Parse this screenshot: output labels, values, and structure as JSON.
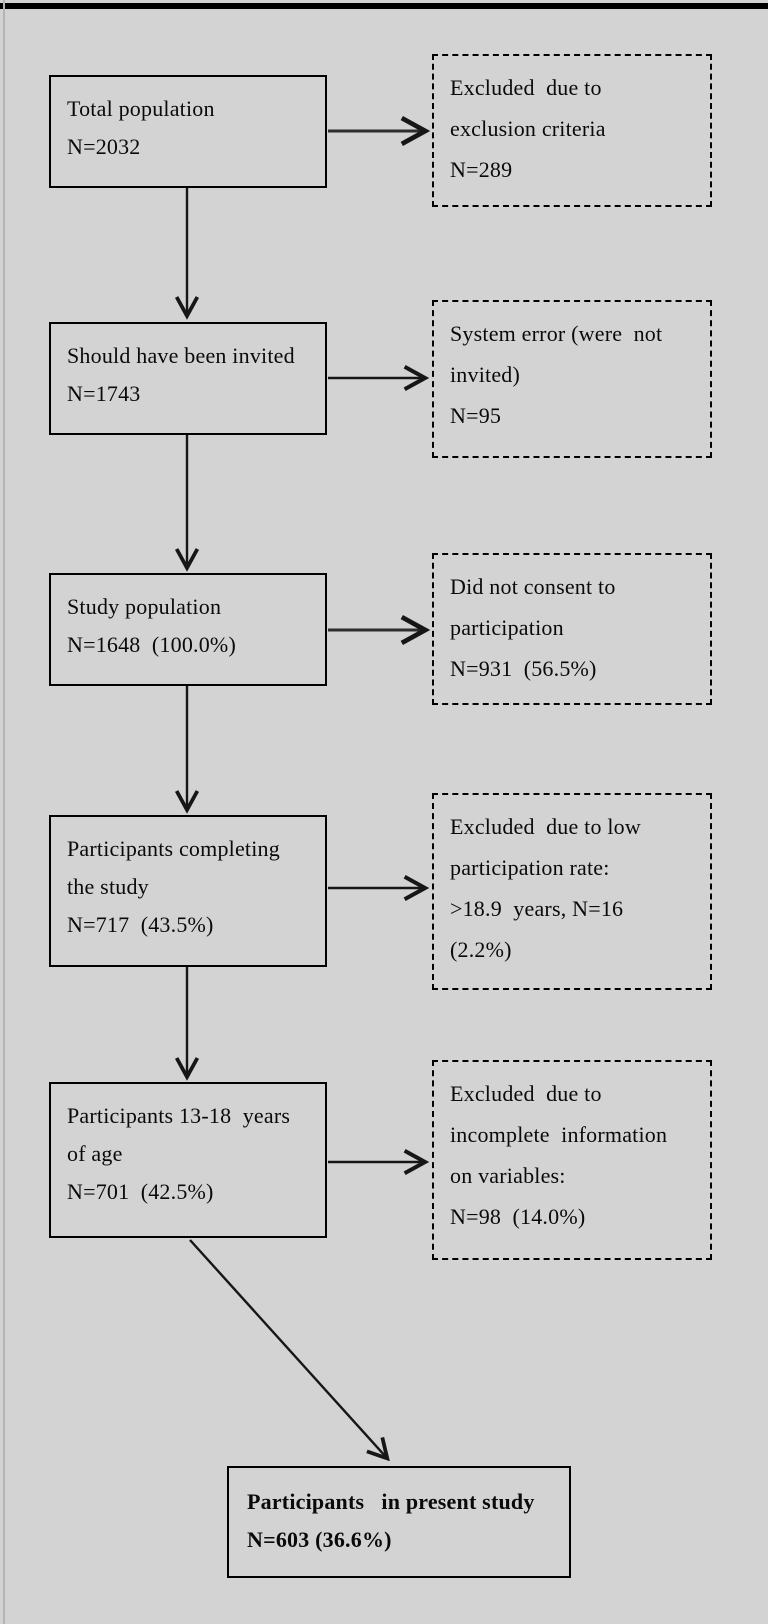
{
  "figure": {
    "type": "flow-diagram",
    "description": "Participant flow chart of a study population",
    "background_color": "#d3d3d3",
    "line_color": "#161616"
  },
  "main_boxes": [
    {
      "name": "total-population",
      "text": "Total population\nN=2032"
    },
    {
      "name": "should-have-been-invited",
      "text": "Should have been invited\nN=1743"
    },
    {
      "name": "study-population",
      "text": "Study population\nN=1648  (100.0%)"
    },
    {
      "name": "participants-completing-study",
      "text": "Participants completing\nthe study\nN=717  (43.5%)"
    },
    {
      "name": "participants-13-18-years",
      "text": "Participants 13-18  years\nof age\nN=701  (42.5%)"
    },
    {
      "name": "participants-in-present-study",
      "text": "Participants   in present study\nN=603 (36.6%)"
    }
  ],
  "exclusion_boxes": [
    {
      "name": "excluded-exclusion-criteria",
      "text": "Excluded  due to\nexclusion criteria\nN=289"
    },
    {
      "name": "system-error-not-invited",
      "text": "System error (were  not\ninvited)\nN=95"
    },
    {
      "name": "did-not-consent",
      "text": "Did not consent to\nparticipation\nN=931  (56.5%)"
    },
    {
      "name": "excluded-low-participation",
      "text": "Excluded  due to low\nparticipation rate:\n>18.9  years, N=16\n(2.2%)"
    },
    {
      "name": "excluded-incomplete-information",
      "text": "Excluded  due to\nincomplete  information\non variables:\nN=98  (14.0%)"
    }
  ],
  "connections": [
    {
      "from": "total-population",
      "to": "should-have-been-invited",
      "style": "vertical-arrow"
    },
    {
      "from": "should-have-been-invited",
      "to": "study-population",
      "style": "vertical-arrow"
    },
    {
      "from": "study-population",
      "to": "participants-completing-study",
      "style": "vertical-arrow"
    },
    {
      "from": "participants-completing-study",
      "to": "participants-13-18-years",
      "style": "vertical-arrow"
    },
    {
      "from": "participants-13-18-years",
      "to": "participants-in-present-study",
      "style": "diagonal-arrow"
    },
    {
      "from": "total-population",
      "to": "excluded-exclusion-criteria",
      "style": "horizontal-arrow"
    },
    {
      "from": "should-have-been-invited",
      "to": "system-error-not-invited",
      "style": "horizontal-arrow"
    },
    {
      "from": "study-population",
      "to": "did-not-consent",
      "style": "horizontal-arrow"
    },
    {
      "from": "participants-completing-study",
      "to": "excluded-low-participation",
      "style": "horizontal-arrow"
    },
    {
      "from": "participants-13-18-years",
      "to": "excluded-incomplete-information",
      "style": "horizontal-arrow"
    }
  ]
}
